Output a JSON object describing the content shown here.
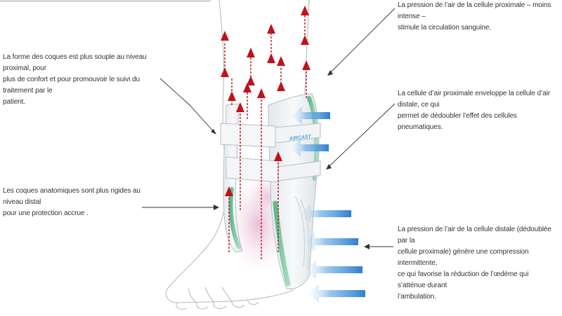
{
  "annotations": {
    "left_top": "La forme des coques est plus souple au niveau proximal, pour\nplus de confort et pour promouvoir le suivi du traitement par le\npatient.",
    "left_bottom": "Les coques anatomiques sont plus rigides au niveau distal\npour une protection accrue .",
    "right_top": "La pression de l’air de la cellule proximale – moins intense –\nstimule la circulation sanguine.",
    "right_mid": "La cellule d’air proximale enveloppe la cellule d’air distale, ce qui\npermet de dédoubler l’effet des cellules pneumatiques.",
    "right_bottom": "La pression de l’air de la cellule distale (dédoublée par la\ncellule proximale) génère une compression intermittente,\nce qui favorise la réduction de l’œdème qui s’atténue durant\nl’ambulation."
  },
  "brace": {
    "brand": "AIRCAST"
  },
  "colors": {
    "upward_arrow": "#c0121b",
    "compression_arrow": "#3d8fd6",
    "shell": "#eef1f3",
    "air_cell": "#7cc9a3",
    "text": "#333333",
    "pointer_line": "#333333"
  }
}
